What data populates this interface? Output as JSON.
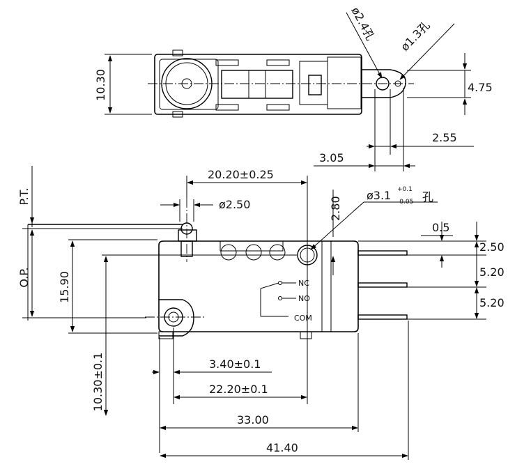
{
  "top_view": {
    "height_label": "10.30",
    "hole_large_label": "ø2.4孔",
    "hole_small_label": "ø1.3孔",
    "pitch_label": "4.75",
    "offset_2_55": "2.55",
    "offset_3_05": "3.05"
  },
  "front_view": {
    "overall_20_20": "20.20±0.25",
    "roller_dia": "ø2.50",
    "dim_2_80": "2.80",
    "mount_hole_base": "ø3.1",
    "mount_hole_tol_plus": "+0.1",
    "mount_hole_tol_minus": "-0.05",
    "mount_hole_suffix": "孔",
    "pt_label": "P.T.",
    "op_label": "O.P.",
    "height_15_90": "15.90",
    "dim_0_5": "0.5",
    "dim_2_50": "2.50",
    "dim_5_20_a": "5.20",
    "dim_5_20_b": "5.20",
    "terminal_nc": "NC",
    "terminal_no": "NO",
    "terminal_com": "COM",
    "dim_3_40": "3.40±0.1",
    "dim_22_20": "22.20±0.1",
    "dim_10_30": "10.30±0.1",
    "dim_33_00": "33.00",
    "dim_41_40": "41.40"
  }
}
